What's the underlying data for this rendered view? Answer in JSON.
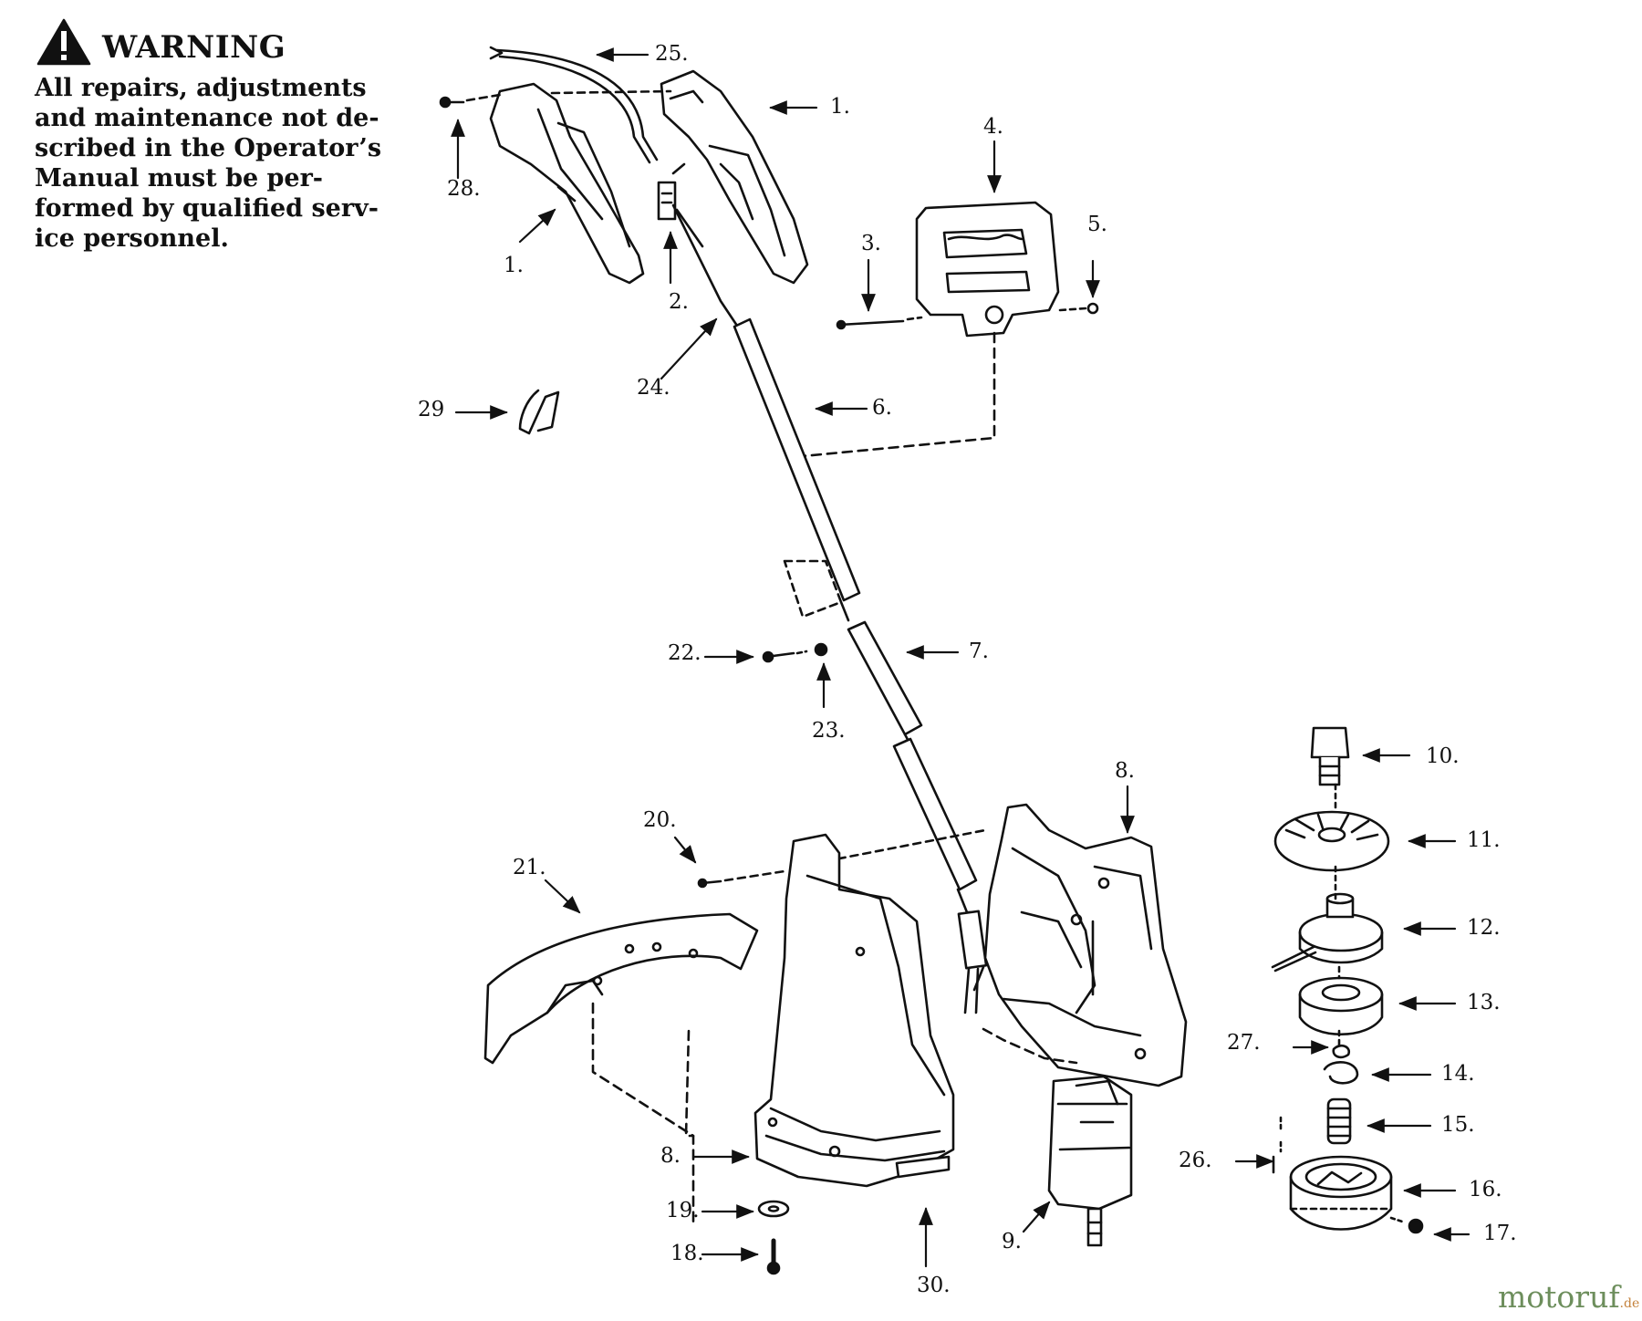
{
  "warning": {
    "title": "WARNING",
    "lines": [
      "All repairs, adjustments",
      "and maintenance not de-",
      "scribed in the Operator’s",
      "Manual must be per-",
      "formed by qualified serv-",
      "ice personnel."
    ]
  },
  "callouts": {
    "c1a": "1.",
    "c1b": "1.",
    "c2": "2.",
    "c3": "3.",
    "c4": "4.",
    "c5": "5.",
    "c6": "6.",
    "c7": "7.",
    "c8a": "8.",
    "c8b": "8.",
    "c9": "9.",
    "c10": "10.",
    "c11": "11.",
    "c12": "12.",
    "c13": "13.",
    "c14": "14.",
    "c15": "15.",
    "c16": "16.",
    "c17": "17.",
    "c18": "18.",
    "c19": "19.",
    "c20": "20.",
    "c21": "21.",
    "c22": "22.",
    "c23": "23.",
    "c24": "24.",
    "c25": "25.",
    "c26": "26.",
    "c27": "27.",
    "c28": "28.",
    "c29": "29",
    "c30": "30."
  },
  "watermark": {
    "text": "motoruf",
    "suffix": ".de"
  }
}
